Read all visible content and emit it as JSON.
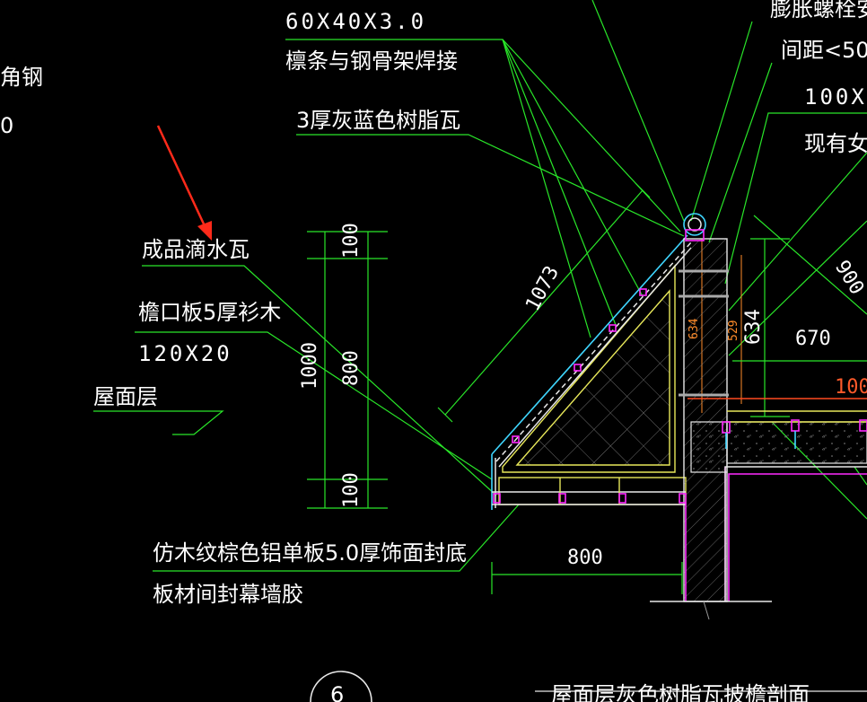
{
  "labels": {
    "angle_steel_partial": "角钢",
    "angle_steel_value_partial": "0",
    "purlin_size": "60X40X3.0",
    "purlin_weld": "檩条与钢骨架焊接",
    "resin_tile": "3厚灰蓝色树脂瓦",
    "drip_tile": "成品滴水瓦",
    "eave_board": "檐口板5厚衫木",
    "eave_board_size": "120X20",
    "roof_layer": "屋面层",
    "soffit_panel": "仿木纹棕色铝单板5.0厚饰面封底",
    "soffit_sealant": "板材间封幕墙胶",
    "expansion_bolt_partial": "膨胀螺栓安",
    "spacing_partial": "间距<50",
    "size_100_partial": "100X",
    "existing_wall_partial": "现有女儿",
    "section_title_partial": "屋面层灰色树脂瓦披檐剖面",
    "detail_number": "6"
  },
  "dimensions": {
    "slope_length": "1073",
    "total_height": "1000",
    "top_segment": "100",
    "middle_segment": "800",
    "bottom_segment": "100",
    "soffit_width": "800",
    "wall_height": "634",
    "wall_height_small": "634",
    "inner_height_small": "529",
    "span_670": "670",
    "diag_900_partial": "900",
    "red_100_partial": "100"
  },
  "colors": {
    "background": "#000000",
    "leader_lines": "#29e629",
    "outline": "#e8e8e8",
    "frame": "#e8e85a",
    "tile": "#3fd6ff",
    "anchors": "#ff2aff",
    "arrow": "#ff2a1a"
  }
}
